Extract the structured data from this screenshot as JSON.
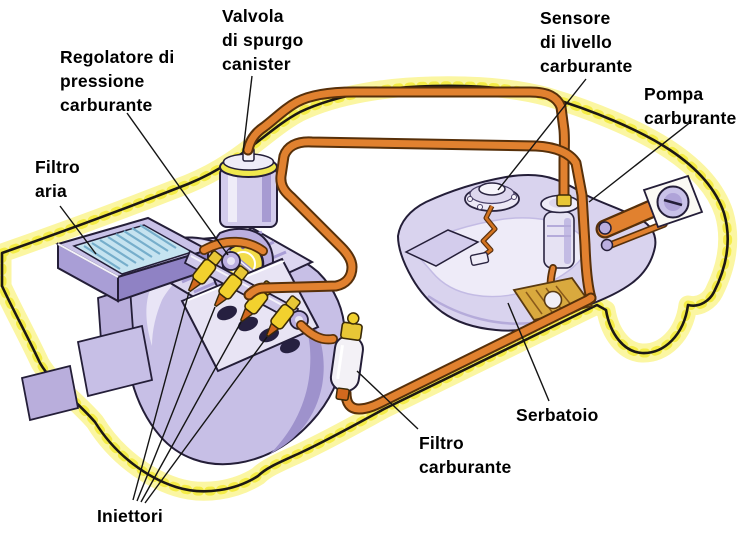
{
  "labels": {
    "purge_valve": {
      "lines": [
        "Valvola",
        "di spurgo",
        "canister"
      ]
    },
    "pressure_regulator": {
      "lines": [
        "Regolatore di",
        "pressione",
        "carburante"
      ]
    },
    "air_filter": {
      "lines": [
        "Filtro",
        "aria"
      ]
    },
    "injectors": {
      "lines": [
        "Iniettori"
      ]
    },
    "level_sensor": {
      "lines": [
        "Sensore",
        "di livello",
        "carburante"
      ]
    },
    "fuel_pump": {
      "lines": [
        "Pompa",
        "carburante"
      ]
    },
    "tank": {
      "lines": [
        "Serbatoio"
      ]
    },
    "fuel_filter": {
      "lines": [
        "Filtro",
        "carburante"
      ]
    }
  },
  "colors": {
    "fuel_line": "#E1812F",
    "fuel_line_outline": "#57300A",
    "body_glow": "#F4EC46",
    "body_glow_soft": "#FBF6A2",
    "outline": "#1C1814",
    "label_text": "#000000",
    "component_lavender": "#C7BFE6",
    "injector_yellow": "#F2D12E",
    "filter_element_blue": "#C5E3F0"
  }
}
